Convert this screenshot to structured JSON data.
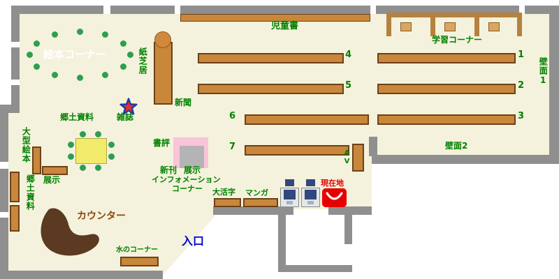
{
  "map": {
    "labels": {
      "picture_book_corner": "絵本コーナー",
      "kamishibai": "紙芝居",
      "children_books": "児童書",
      "study_corner": "学習コーナー",
      "wall_face_1": "壁面1",
      "wall_face_2": "壁面2",
      "newspaper": "新聞",
      "magazines": "雑誌",
      "local_materials_upper": "郷土資料",
      "large_picture_books": "大型絵本",
      "local_materials_left": "郷土資料",
      "display_left": "展示",
      "book_reviews": "書評",
      "new_books": "新刊",
      "display_center": "展示",
      "information_line1": "インフォメーション",
      "information_line2": "コーナー",
      "large_print": "大活字",
      "manga": "マンガ",
      "current_location": "現在地",
      "counter": "カウンター",
      "water_corner": "水のコーナー",
      "entrance": "入口",
      "av": "AV"
    },
    "shelf_numbers": [
      "1",
      "2",
      "3",
      "4",
      "5",
      "6",
      "7"
    ],
    "colors": {
      "floor": "#f4f2dc",
      "wall": "#8f8f8f",
      "shelf": "#c8873b",
      "shelf_border": "#6d4119",
      "label_green": "#008000",
      "entrance_blue": "#0000d0",
      "location_red": "#e60000",
      "counter_text": "#8b4513",
      "counter_desk": "#5b3a21",
      "table_yellow": "#f2ea6a",
      "exhibit_pink": "#f9c4da",
      "chair_green": "#2e9e52"
    }
  }
}
